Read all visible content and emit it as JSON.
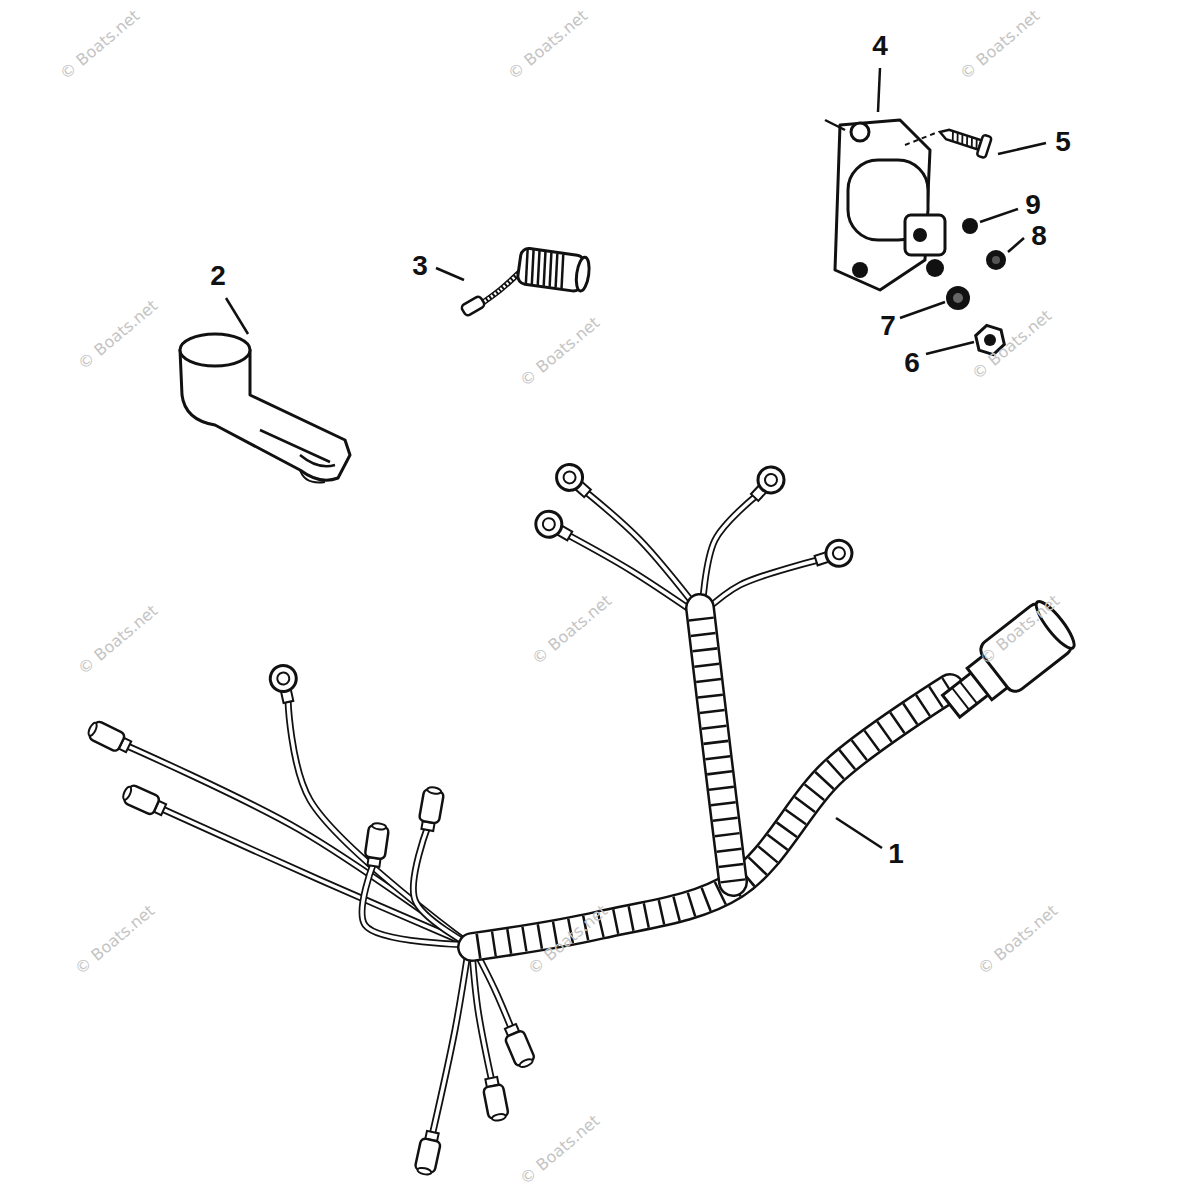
{
  "diagram": {
    "labels": [
      "4",
      "5",
      "9",
      "8",
      "2",
      "3",
      "7",
      "6",
      "1",
      "© Boats.net",
      "© Boats.net",
      "© Boats.net",
      "© Boats.net",
      "© Boats.net",
      "© Boats.net",
      "© Boats.net",
      "© Boats.net",
      "© Boats.net",
      "© Boats.net",
      "© Boats.net",
      "© Boats.net",
      "© Boats.net"
    ]
  }
}
